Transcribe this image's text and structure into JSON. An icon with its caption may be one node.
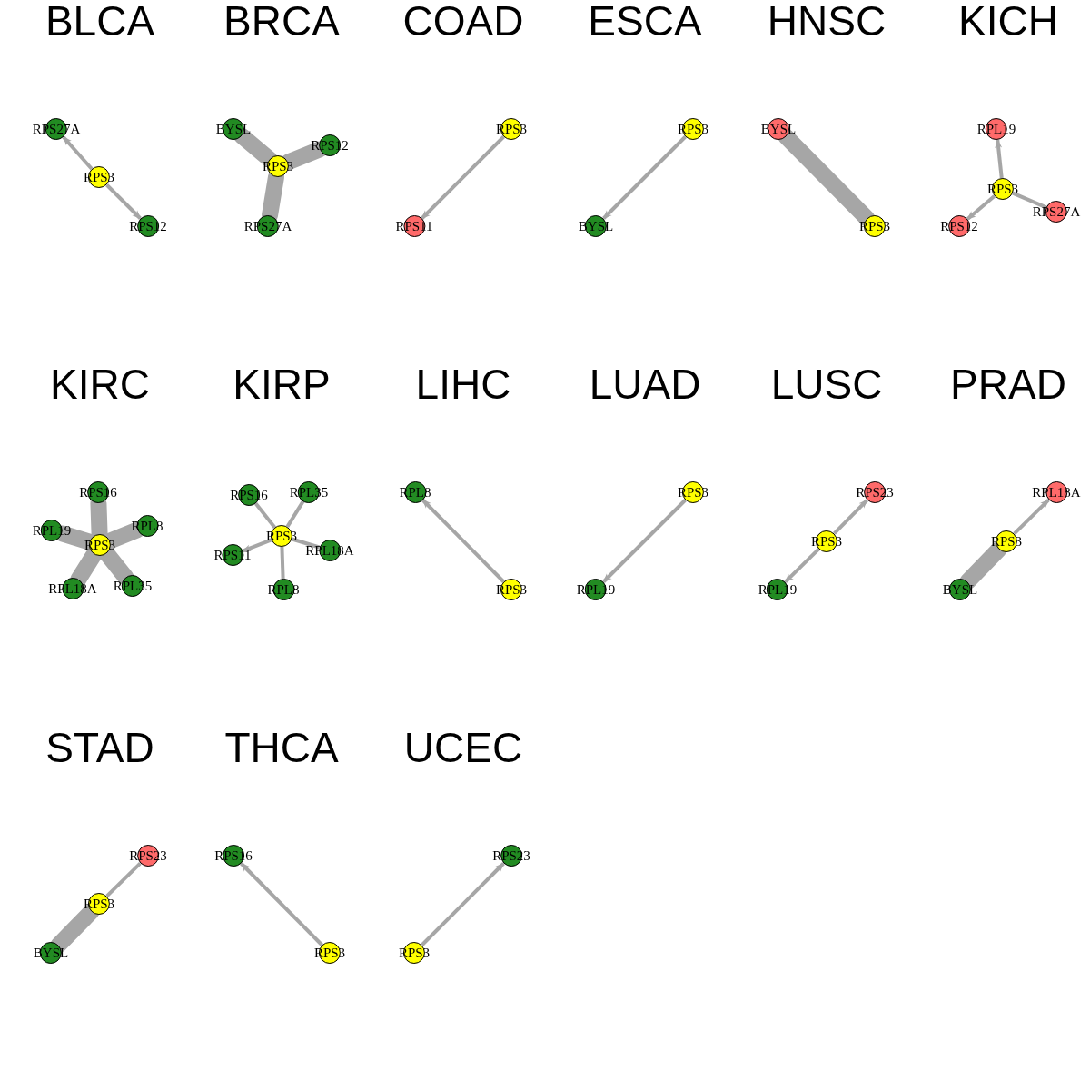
{
  "diagram": {
    "nodes": [
      {
        "text": [
          "RPS27A"
        ]
      },
      {
        "text": [
          "RPS3"
        ]
      },
      {
        "text": [
          "RPS12"
        ]
      },
      {
        "text": [
          "BYSL"
        ]
      },
      {
        "text": [
          "RPS3"
        ]
      },
      {
        "text": [
          "RPS12"
        ]
      },
      {
        "text": [
          "RPS27A"
        ]
      },
      {
        "text": [
          "RPS3"
        ]
      },
      {
        "text": [
          "RPS11"
        ]
      },
      {
        "text": [
          "RPS3"
        ]
      },
      {
        "text": [
          "BYSL"
        ]
      },
      {
        "text": [
          "BYSL"
        ]
      },
      {
        "text": [
          "RPS3"
        ]
      },
      {
        "text": [
          "RPL19"
        ]
      },
      {
        "text": [
          "RPS3"
        ]
      },
      {
        "text": [
          "RPS27A"
        ]
      },
      {
        "text": [
          "RPS12"
        ]
      },
      {
        "text": [
          "RPS16"
        ]
      },
      {
        "text": [
          "RPL19"
        ]
      },
      {
        "text": [
          "RPL8"
        ]
      },
      {
        "text": [
          "RPS3"
        ]
      },
      {
        "text": [
          "RPL18A"
        ]
      },
      {
        "text": [
          "RPL35"
        ]
      },
      {
        "text": [
          "RPS16"
        ]
      },
      {
        "text": [
          "RPL35"
        ]
      },
      {
        "text": [
          "RPS3"
        ]
      },
      {
        "text": [
          "RPS11"
        ]
      },
      {
        "text": [
          "RPL18A"
        ]
      },
      {
        "text": [
          "RPL8"
        ]
      },
      {
        "text": [
          "RPL8"
        ]
      },
      {
        "text": [
          "RPS3"
        ]
      },
      {
        "text": [
          "RPS3"
        ]
      },
      {
        "text": [
          "RPL19"
        ]
      },
      {
        "text": [
          "RPS23"
        ]
      },
      {
        "text": [
          "RPS3"
        ]
      },
      {
        "text": [
          "RPL19"
        ]
      },
      {
        "text": [
          "RPL18A"
        ]
      },
      {
        "text": [
          "RPS3"
        ]
      },
      {
        "text": [
          "BYSL"
        ]
      },
      {
        "text": [
          "RPS23"
        ]
      },
      {
        "text": [
          "RPS3"
        ]
      },
      {
        "text": [
          "BYSL"
        ]
      },
      {
        "text": [
          "RPS16"
        ]
      },
      {
        "text": [
          "RPS3"
        ]
      },
      {
        "text": [
          "RPS23"
        ]
      },
      {
        "text": [
          "RPS3"
        ]
      }
    ],
    "edges": [
      {
        "from": 1,
        "to": 0,
        "arrow": "to"
      },
      {
        "from": 1,
        "to": 2,
        "arrow": "to"
      },
      {
        "from": 4,
        "to": 3,
        "arrow": "none",
        "style": "thick"
      },
      {
        "from": 4,
        "to": 5,
        "arrow": "none",
        "style": "thick"
      },
      {
        "from": 4,
        "to": 6,
        "arrow": "none",
        "style": "thick"
      },
      {
        "from": 7,
        "to": 8,
        "arrow": "to"
      },
      {
        "from": 9,
        "to": 10,
        "arrow": "to"
      },
      {
        "from": 12,
        "to": 11,
        "arrow": "none",
        "style": "thick"
      },
      {
        "from": 14,
        "to": 13,
        "arrow": "to"
      },
      {
        "from": 14,
        "to": 15,
        "arrow": "none"
      },
      {
        "from": 14,
        "to": 16,
        "arrow": "to"
      },
      {
        "from": 20,
        "to": 17,
        "arrow": "none",
        "style": "thick"
      },
      {
        "from": 20,
        "to": 18,
        "arrow": "none",
        "style": "thick"
      },
      {
        "from": 20,
        "to": 19,
        "arrow": "none",
        "style": "thick"
      },
      {
        "from": 20,
        "to": 21,
        "arrow": "none",
        "style": "thick"
      },
      {
        "from": 20,
        "to": 22,
        "arrow": "none",
        "style": "thick"
      },
      {
        "from": 25,
        "to": 23,
        "arrow": "none"
      },
      {
        "from": 25,
        "to": 24,
        "arrow": "none"
      },
      {
        "from": 25,
        "to": 26,
        "arrow": "to"
      },
      {
        "from": 25,
        "to": 27,
        "arrow": "none"
      },
      {
        "from": 25,
        "to": 28,
        "arrow": "none"
      },
      {
        "from": 30,
        "to": 29,
        "arrow": "to"
      },
      {
        "from": 31,
        "to": 32,
        "arrow": "to"
      },
      {
        "from": 34,
        "to": 33,
        "arrow": "to"
      },
      {
        "from": 34,
        "to": 35,
        "arrow": "to"
      },
      {
        "from": 37,
        "to": 36,
        "arrow": "to"
      },
      {
        "from": 37,
        "to": 38,
        "arrow": "none",
        "style": "thick"
      },
      {
        "from": 40,
        "to": 39,
        "arrow": "none"
      },
      {
        "from": 40,
        "to": 41,
        "arrow": "none",
        "style": "thick"
      },
      {
        "from": 43,
        "to": 42,
        "arrow": "to"
      },
      {
        "from": 45,
        "to": 44,
        "arrow": "to"
      }
    ],
    "labels": [
      "BLCA",
      "BRCA",
      "COAD",
      "ESCA",
      "HNSC",
      "KICH",
      "KIRC",
      "KIRP",
      "LIHC",
      "LUAD",
      "LUSC",
      "PRAD",
      "STAD",
      "THCA",
      "UCEC"
    ]
  }
}
